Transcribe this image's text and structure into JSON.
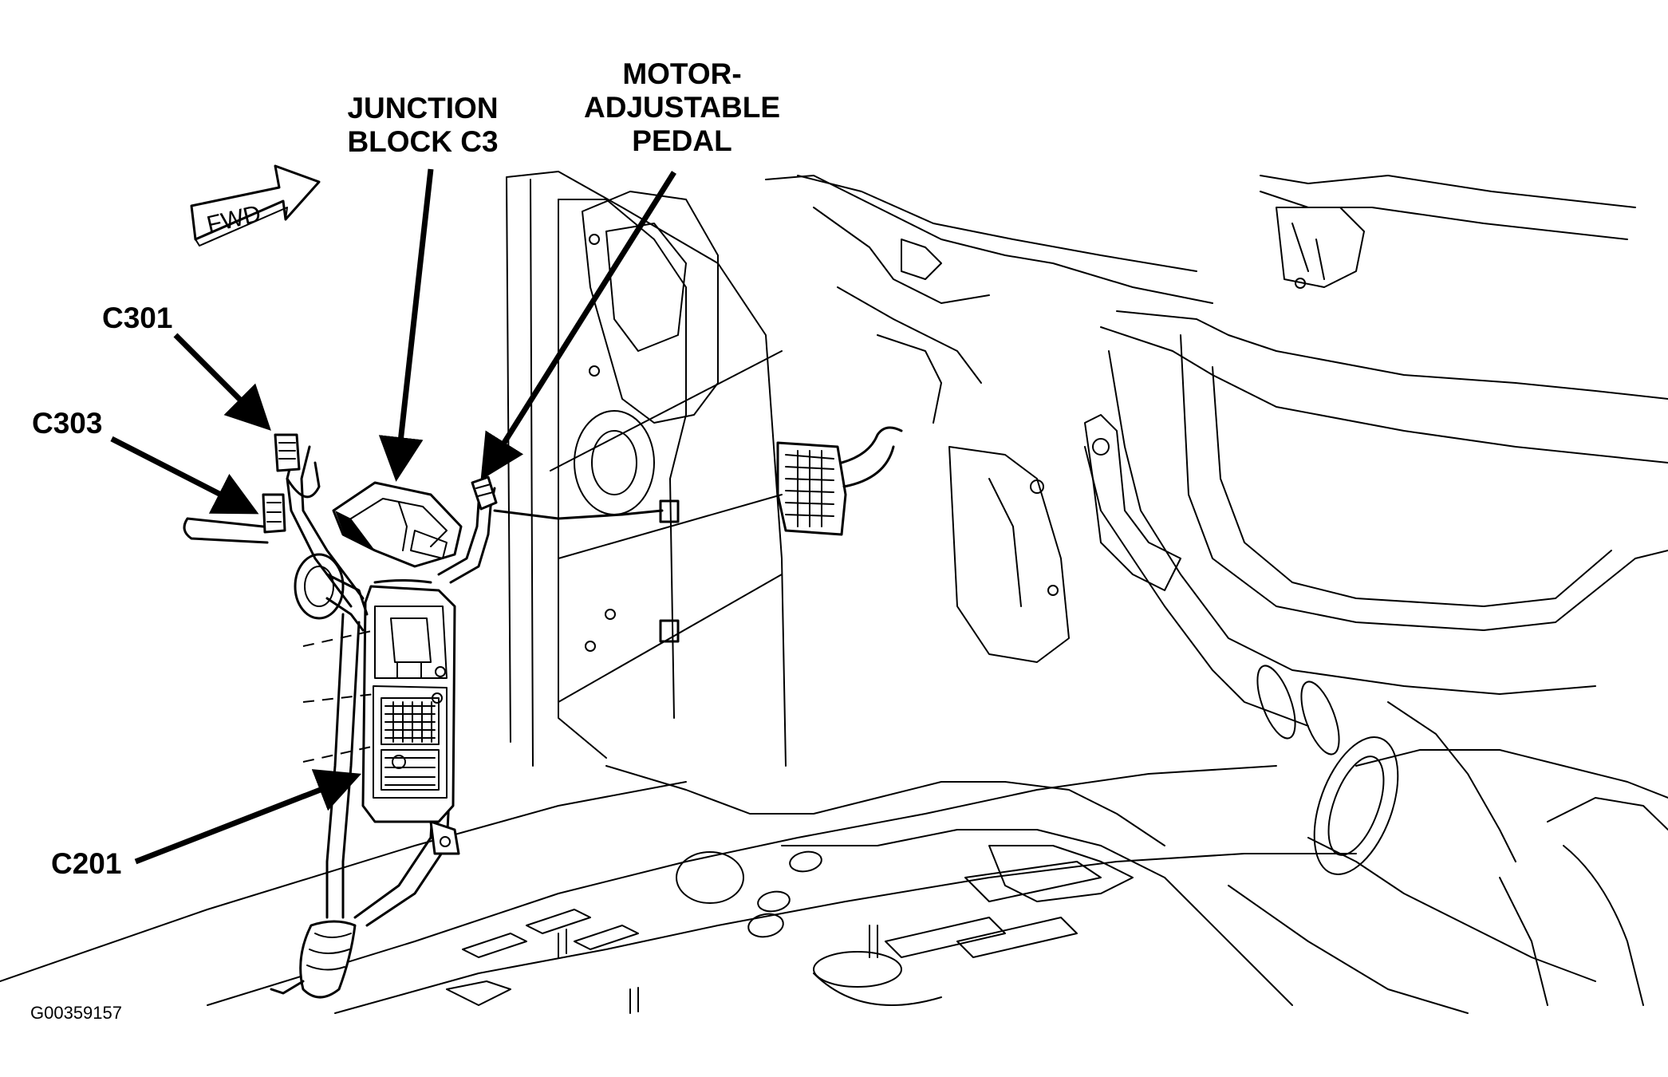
{
  "labels": {
    "junction_block": [
      "JUNCTION",
      "BLOCK C3"
    ],
    "motor_pedal": [
      "MOTOR-",
      "ADJUSTABLE",
      "PEDAL"
    ],
    "c301": "C301",
    "c303": "C303",
    "c201": "C201",
    "fwd": "FWD",
    "figure_id": "G00359157"
  }
}
